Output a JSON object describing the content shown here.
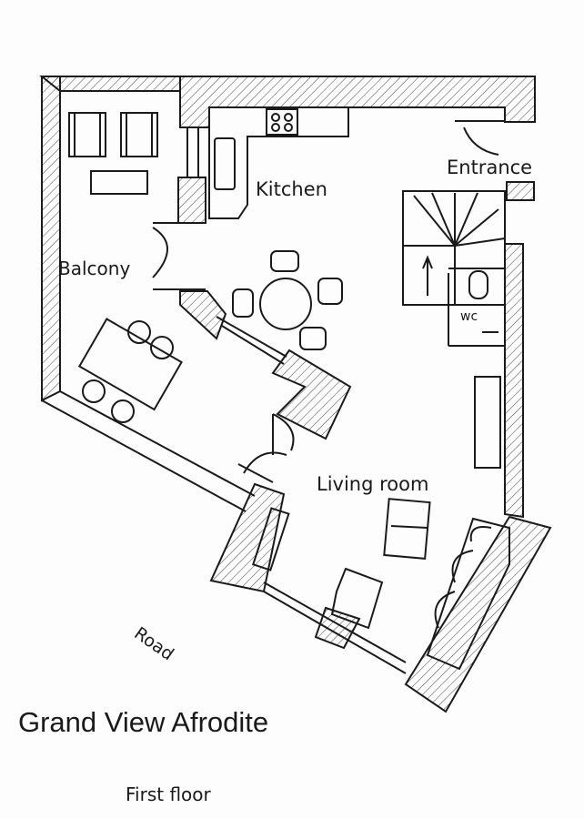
{
  "labels": {
    "kitchen": "Kitchen",
    "balcony": "Balcony",
    "entrance": "Entrance",
    "wc": "wc",
    "living_room": "Living room",
    "road": "Road"
  },
  "title": "Grand View Afrodite",
  "subtitle": "First floor",
  "colors": {
    "ink": "#1a1a1a",
    "paper": "#fdfdfd"
  }
}
